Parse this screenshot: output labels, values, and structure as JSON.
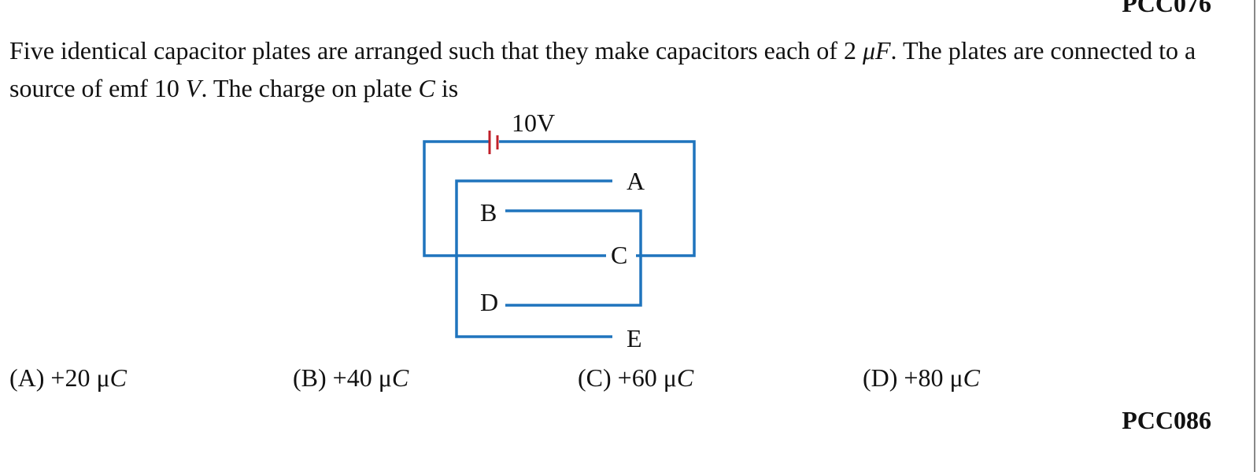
{
  "header_code": "PCC076",
  "question": {
    "part1": "Five identical capacitor plates are arranged such that they make capacitors each of 2 ",
    "unit_uF": "μF",
    "part2": ". The plates are connected to a source of emf 10 ",
    "unit_V": "V",
    "part3": ". The charge on plate ",
    "plate": "C",
    "part4": " is"
  },
  "diagram": {
    "battery_label": "10V",
    "plates": [
      "A",
      "B",
      "C",
      "D",
      "E"
    ],
    "wire_color": "#1f74bd",
    "battery_color": "#c0202a"
  },
  "options": [
    {
      "label": "(A) +20 μ",
      "unit": "C"
    },
    {
      "label": "(B) +40 μ",
      "unit": "C"
    },
    {
      "label": "(C) +60 μ",
      "unit": "C"
    },
    {
      "label": "(D) +80 μ",
      "unit": "C"
    }
  ],
  "footer_code": "PCC086"
}
